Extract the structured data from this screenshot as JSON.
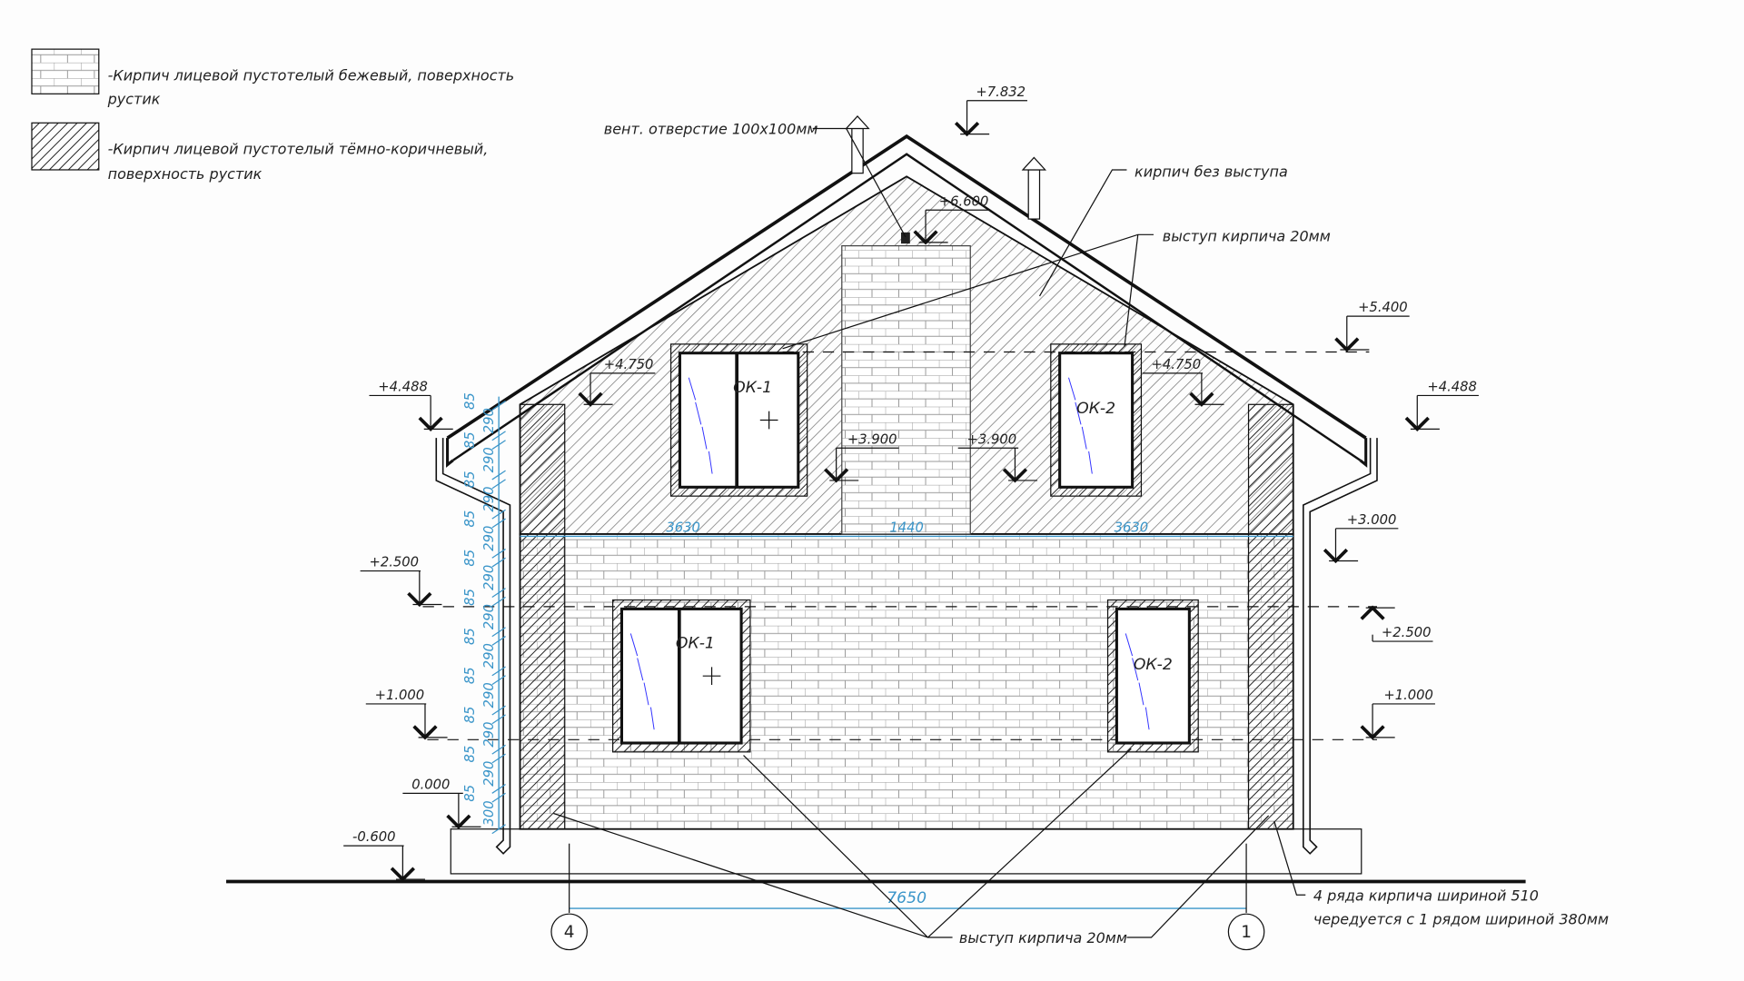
{
  "legend": [
    {
      "line1": "-Кирпич лицевой пустотелый бежевый, поверхность",
      "line2": "рустик"
    },
    {
      "line1": "-Кирпич лицевой пустотелый тёмно-коричневый,",
      "line2": "поверхность рустик"
    }
  ],
  "levels": [
    "+7.832",
    "+6.600",
    "+5.400",
    "+4.750",
    "+4.750",
    "+4.488",
    "+4.488",
    "+3.900",
    "+3.900",
    "+3.000",
    "+2.500",
    "+2.500",
    "+1.000",
    "+1.000",
    "0.000",
    "-0.600"
  ],
  "windows": [
    "ОК-1",
    "ОК-2",
    "ОК-1",
    "ОК-2"
  ],
  "dimensions": {
    "upper": [
      "3630",
      "1440",
      "3630"
    ],
    "overall": "7650",
    "vertical_chain": [
      "85",
      "290",
      "85",
      "290",
      "85",
      "290",
      "85",
      "290",
      "85",
      "290",
      "85",
      "290",
      "85",
      "290",
      "85",
      "290",
      "85",
      "290",
      "85",
      "290",
      "85",
      "300"
    ]
  },
  "axes": [
    "4",
    "1"
  ],
  "annotations": {
    "vent": "вент. отверстие 100х100мм",
    "no_projection": "кирпич без выступа",
    "projection_top": "выступ кирпича 20мм",
    "projection_bottom": "выступ кирпича 20мм",
    "rows_line1": "4 ряда кирпича шириной 510",
    "rows_line2": "чередуется с 1 рядом шириной 380мм"
  },
  "colors": {
    "dimension": "#3a95c9",
    "line": "#111111"
  }
}
